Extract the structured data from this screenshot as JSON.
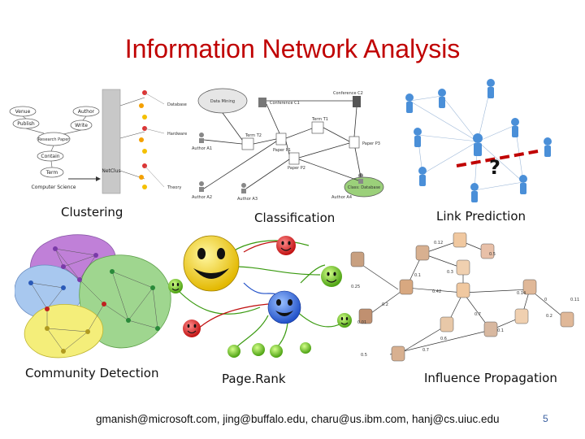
{
  "title": "Information Network Analysis",
  "panels": {
    "clustering": "Clustering",
    "classification": "Classification",
    "link_prediction": "Link Prediction",
    "community_detection": "Community Detection",
    "pagerank": "Page.Rank",
    "influence_propagation": "Influence Propagation"
  },
  "clustering_schema": {
    "left_nodes": [
      "Venue",
      "Publish",
      "Research Paper",
      "Contain",
      "Term",
      "Computer Science"
    ],
    "right_nodes": [
      "Author",
      "Write"
    ],
    "center": "NetClus",
    "right_labels": [
      "Database",
      "Hardware",
      "Theory"
    ]
  },
  "classification_nodes": {
    "conferences": [
      "Conference C1",
      "Conference C2"
    ],
    "terms": [
      "Term T1",
      "Term T2"
    ],
    "papers": [
      "Paper P1",
      "Paper P2",
      "Paper P3"
    ],
    "authors": [
      "Author A1",
      "Author A2",
      "Author A3",
      "Author A4"
    ],
    "classes": [
      "Data Mining",
      "Class: Database"
    ]
  },
  "link_prediction_mark": "?",
  "influence_weights": [
    "0.12",
    "0.5",
    "0.3",
    "0.1",
    "0.25",
    "0.42",
    "0.14",
    "0",
    "0.2",
    "0.7",
    "0.11",
    "0.01",
    "0.6",
    "0.1",
    "0.2",
    "0.5",
    "0.7"
  ],
  "footer": "gmanish@microsoft.com, jing@buffalo.edu, charu@us.ibm.com, hanj@cs.uiuc.edu",
  "page_number": "5",
  "colors": {
    "title": "#c00000",
    "link_prediction_dash": "#c00000",
    "community_purple": "#c080d8",
    "community_blue": "#a8c8ef",
    "community_green": "#9fd68f",
    "community_yellow": "#f4ee7a",
    "page_number": "#3a5fa0"
  }
}
